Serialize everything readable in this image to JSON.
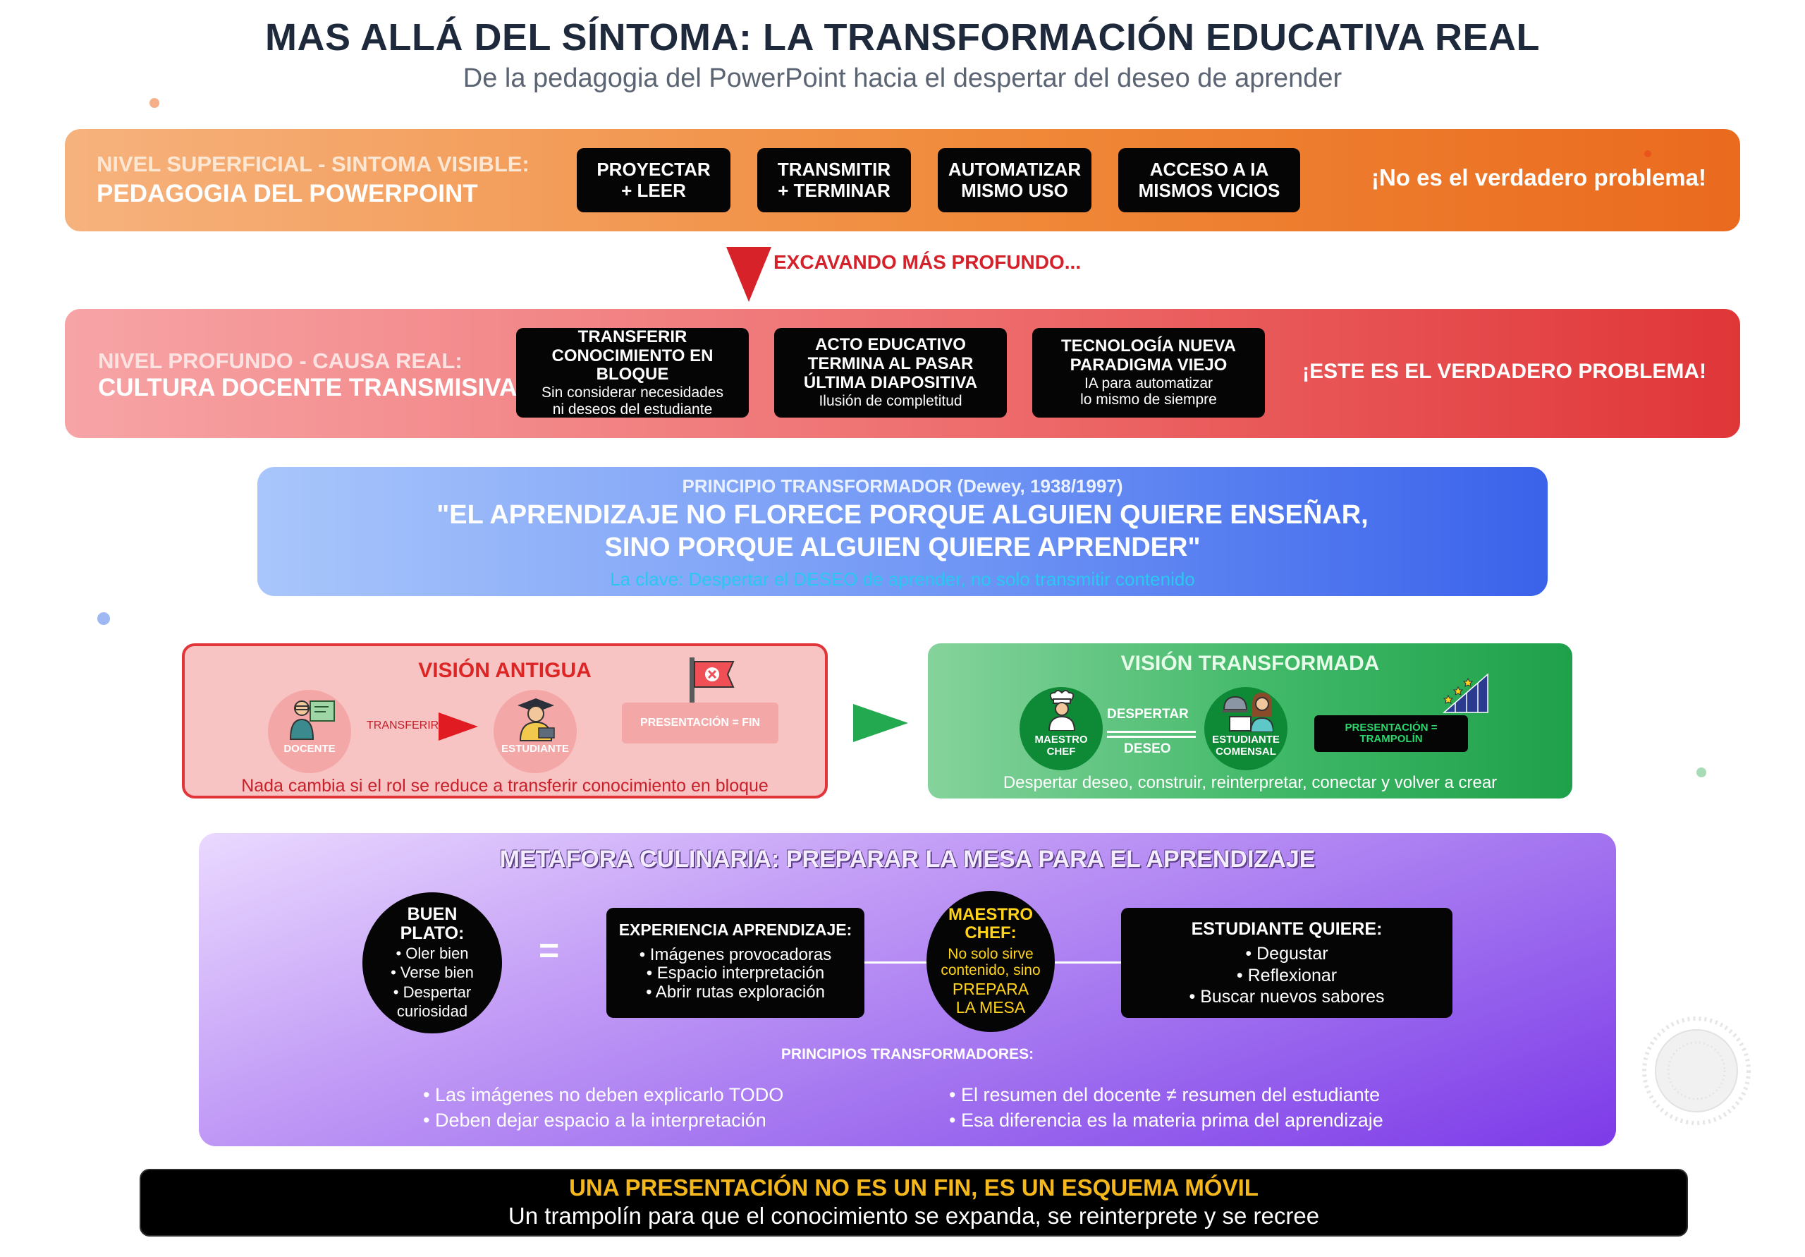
{
  "header": {
    "title": "MAS ALLÁ DEL SÍNTOMA: LA TRANSFORMACIÓN EDUCATIVA REAL",
    "subtitle": "De la pedagogia del PowerPoint hacia el despertar del deseo de aprender"
  },
  "colors": {
    "orange": "#f08a3a",
    "red": "#e03638",
    "blue": "#3a62ea",
    "green": "#1fa04a",
    "purple": "#7d3ae8",
    "gold": "#f5b81c"
  },
  "superficial": {
    "level": "NIVEL SUPERFICIAL - SINTOMA VISIBLE:",
    "name": "PEDAGOGIA DEL POWERPOINT",
    "items": [
      {
        "line1": "PROYECTAR",
        "line2": "+ LEER"
      },
      {
        "line1": "TRANSMITIR",
        "line2": "+ TERMINAR"
      },
      {
        "line1": "AUTOMATIZAR",
        "line2": "MISMO USO"
      },
      {
        "line1": "ACCESO A IA",
        "line2": "MISMOS VICIOS"
      }
    ],
    "tag": "¡No es el verdadero problema!"
  },
  "digging": {
    "label": "EXCAVANDO MÁS PROFUNDO...",
    "icon": "down-triangle-icon"
  },
  "deep": {
    "level": "NIVEL PROFUNDO - CAUSA REAL:",
    "name": "CULTURA DOCENTE TRANSMISIVA",
    "items": [
      {
        "t1": "TRANSFERIR",
        "t2": "CONOCIMIENTO EN BLOQUE",
        "t3": "",
        "s1": "Sin considerar necesidades",
        "s2": "ni deseos del estudiante"
      },
      {
        "t1": "ACTO EDUCATIVO",
        "t2": "TERMINA AL PASAR",
        "t3": "ÚLTIMA DIAPOSITIVA",
        "s1": "Ilusión de completitud",
        "s2": ""
      },
      {
        "t1": "TECNOLOGÍA NUEVA",
        "t2": "PARADIGMA VIEJO",
        "t3": "",
        "s1": "IA para automatizar",
        "s2": "lo mismo de siempre"
      }
    ],
    "tag": "¡ESTE ES EL VERDADERO PROBLEMA!"
  },
  "principle": {
    "label": "PRINCIPIO TRANSFORMADOR (Dewey, 1938/1997)",
    "quote1": "\"EL APRENDIZAJE NO FLORECE PORQUE ALGUIEN QUIERE ENSEÑAR,",
    "quote2": "SINO PORQUE ALGUIEN QUIERE APRENDER\"",
    "key": "La clave: Despertar el DESEO de aprender, no solo transmitir contenido"
  },
  "old_vision": {
    "title": "VISIÓN ANTIGUA",
    "docente": "DOCENTE",
    "arrow_label": "TRANSFERIR",
    "estudiante": "ESTUDIANTE",
    "presentacion": "PRESENTACIÓN = FIN",
    "footer": "Nada cambia si el rol se reduce a transferir conocimiento en bloque",
    "icons": [
      "teacher-icon",
      "student-icon",
      "flag-icon"
    ]
  },
  "new_vision": {
    "title": "VISIÓN TRANSFORMADA",
    "chef1": "MAESTRO",
    "chef2": "CHEF",
    "desp": "DESPERTAR",
    "deseo": "DESEO",
    "est1": "ESTUDIANTE",
    "est2": "COMENSAL",
    "pres1": "PRESENTACIÓN =",
    "pres2": "TRAMPOLÍN",
    "footer": "Despertar deseo, construir, reinterpretar, conectar y volver a crear",
    "icons": [
      "chef-icon",
      "diner-icon",
      "rising-chart-icon"
    ]
  },
  "metaphor": {
    "title": "METAFORA CULINARIA: PREPARAR LA MESA PARA EL APRENDIZAJE",
    "plato": {
      "t1": "BUEN",
      "t2": "PLATO:",
      "items": [
        "• Oler bien",
        "• Verse bien",
        "• Despertar",
        "curiosidad"
      ]
    },
    "equals": "=",
    "experiencia": {
      "title": "EXPERIENCIA APRENDIZAJE:",
      "items": [
        "• Imágenes provocadoras",
        "• Espacio interpretación",
        "• Abrir rutas exploración"
      ]
    },
    "chef": {
      "t1": "MAESTRO",
      "t2": "CHEF:",
      "s1": "No solo sirve",
      "s2": "contenido, sino",
      "p1": "PREPARA",
      "p2": "LA MESA"
    },
    "estudiante": {
      "title": "ESTUDIANTE QUIERE:",
      "items": [
        "• Degustar",
        "• Reflexionar",
        "• Buscar nuevos sabores"
      ]
    },
    "principles_title": "PRINCIPIOS TRANSFORMADORES:",
    "left": [
      "• Las imágenes no deben explicarlo TODO",
      "• Deben dejar espacio a la interpretación"
    ],
    "right": [
      "• El resumen del docente ≠ resumen del estudiante",
      "• Esa diferencia es la materia prima del aprendizaje"
    ]
  },
  "footer": {
    "headline": "UNA PRESENTACIÓN NO ES UN FIN, ES UN ESQUEMA MÓVIL",
    "text": "Un trampolín para que el conocimiento se expanda, se reinterprete y se recree"
  }
}
